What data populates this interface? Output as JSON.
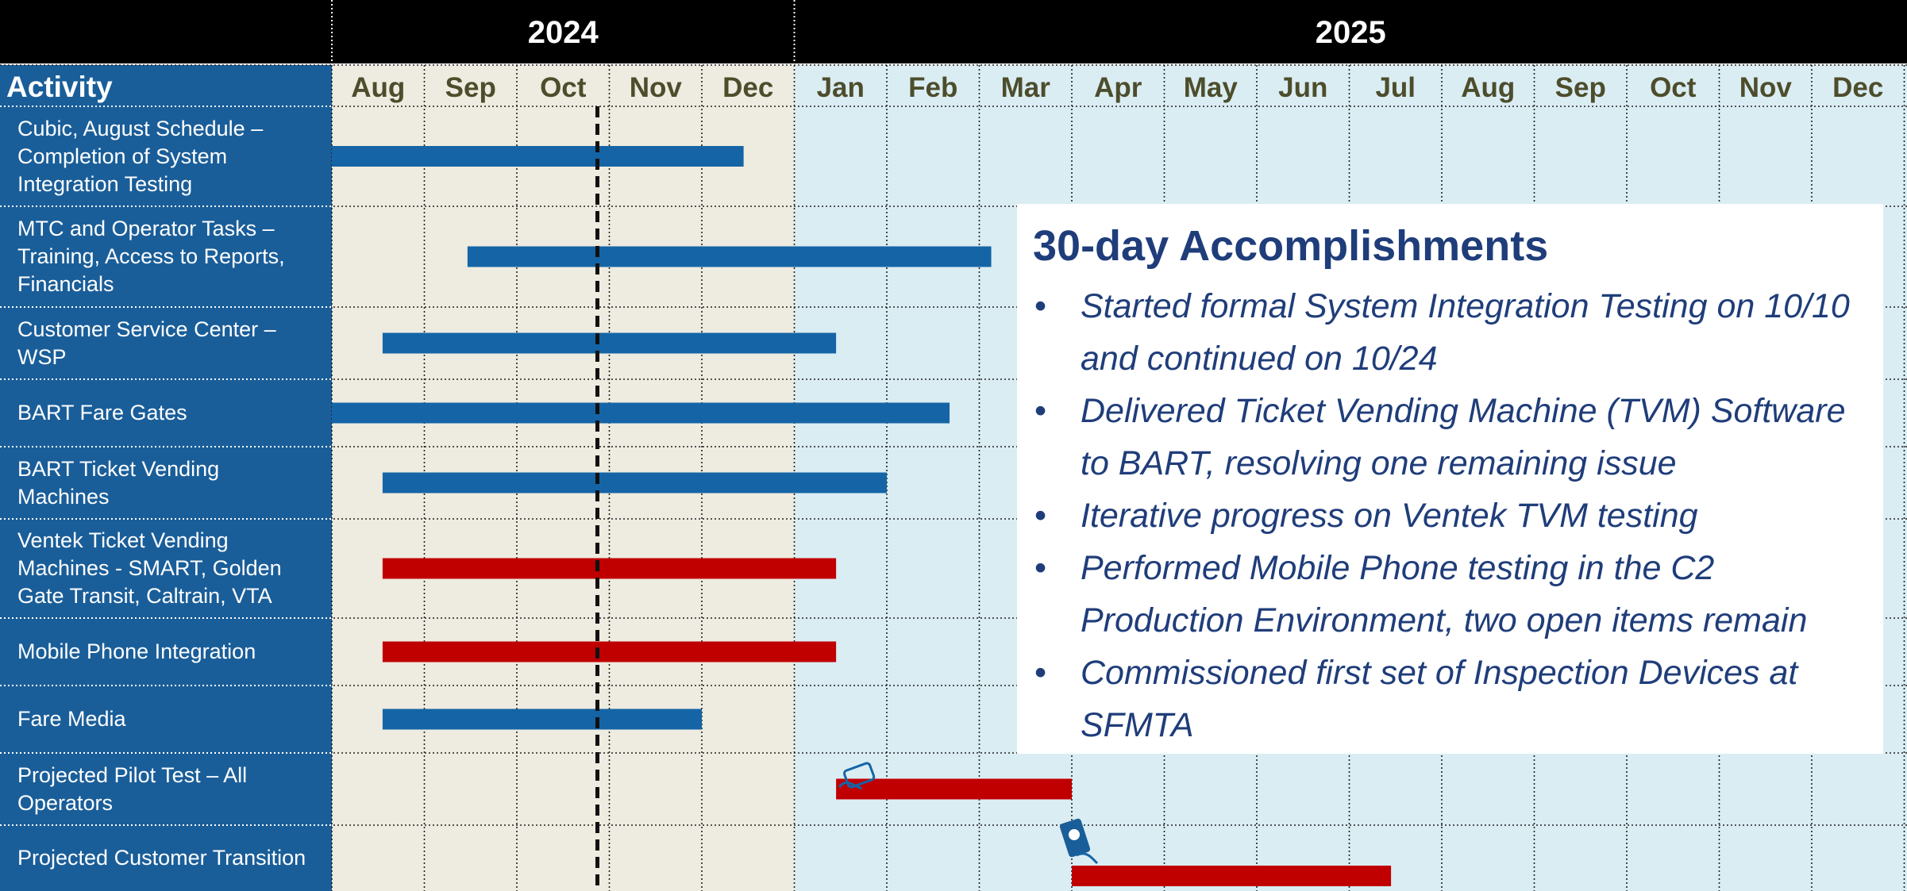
{
  "chart_data": {
    "type": "gantt",
    "years": [
      "2024",
      "2025"
    ],
    "months": [
      "Aug",
      "Sep",
      "Oct",
      "Nov",
      "Dec",
      "Jan",
      "Feb",
      "Mar",
      "Apr",
      "May",
      "Jun",
      "Jul",
      "Aug",
      "Sep",
      "Oct",
      "Nov",
      "Dec"
    ],
    "activity_header": "Activity",
    "current_date_marker": "2024-10-28",
    "activities": [
      {
        "label": "Cubic, August Schedule –\nCompletion of System\nIntegration Testing",
        "start": "2024-08-01",
        "end": "2024-12-15",
        "color": "#1565a6"
      },
      {
        "label": "MTC and Operator Tasks –\nTraining, Access to Reports,\nFinancials",
        "start": "2024-09-15",
        "end": "2025-03-05",
        "color": "#1565a6"
      },
      {
        "label": "Customer Service Center –\nWSP",
        "start": "2024-08-18",
        "end": "2025-01-15",
        "color": "#1565a6"
      },
      {
        "label": "BART Fare Gates",
        "start": "2024-08-01",
        "end": "2025-02-20",
        "color": "#1565a6"
      },
      {
        "label": "BART Ticket Vending\nMachines",
        "start": "2024-08-18",
        "end": "2025-02-01",
        "color": "#1565a6"
      },
      {
        "label": "Ventek Ticket Vending\nMachines - SMART, Golden\nGate Transit, Caltrain, VTA",
        "start": "2024-08-18",
        "end": "2025-01-15",
        "color": "#c00000"
      },
      {
        "label": "Mobile Phone Integration",
        "start": "2024-08-18",
        "end": "2025-01-15",
        "color": "#c00000"
      },
      {
        "label": "Fare Media",
        "start": "2024-08-18",
        "end": "2024-12-01",
        "color": "#1565a6"
      },
      {
        "label": "Projected Pilot Test – All\nOperators",
        "start": "2025-01-15",
        "end": "2025-04-01",
        "color": "#c00000",
        "icon": "card-tap-icon"
      },
      {
        "label": "Projected Customer Transition",
        "start": "2025-04-01",
        "end": "2025-07-15",
        "color": "#c00000",
        "icon": "phone-tap-icon"
      }
    ],
    "colors": {
      "year_header_bg": "#000000",
      "activity_bg": "#1a5e99",
      "shade_2024": "#eeebe0",
      "shade_2025": "#daedf3",
      "month_text": "#4d4d2c",
      "blue_bar": "#1565a6",
      "red_bar": "#c00000"
    }
  },
  "accomplishments": {
    "title": "30-day Accomplishments",
    "items": [
      "Started formal System Integration Testing on 10/10 and continued on 10/24",
      "Delivered Ticket Vending Machine (TVM) Software to BART, resolving one remaining issue",
      "Iterative progress on Ventek TVM testing",
      "Performed Mobile Phone testing in the C2 Production Environment, two open items remain",
      "Commissioned first set of Inspection Devices at SFMTA"
    ],
    "bullet": "•"
  }
}
